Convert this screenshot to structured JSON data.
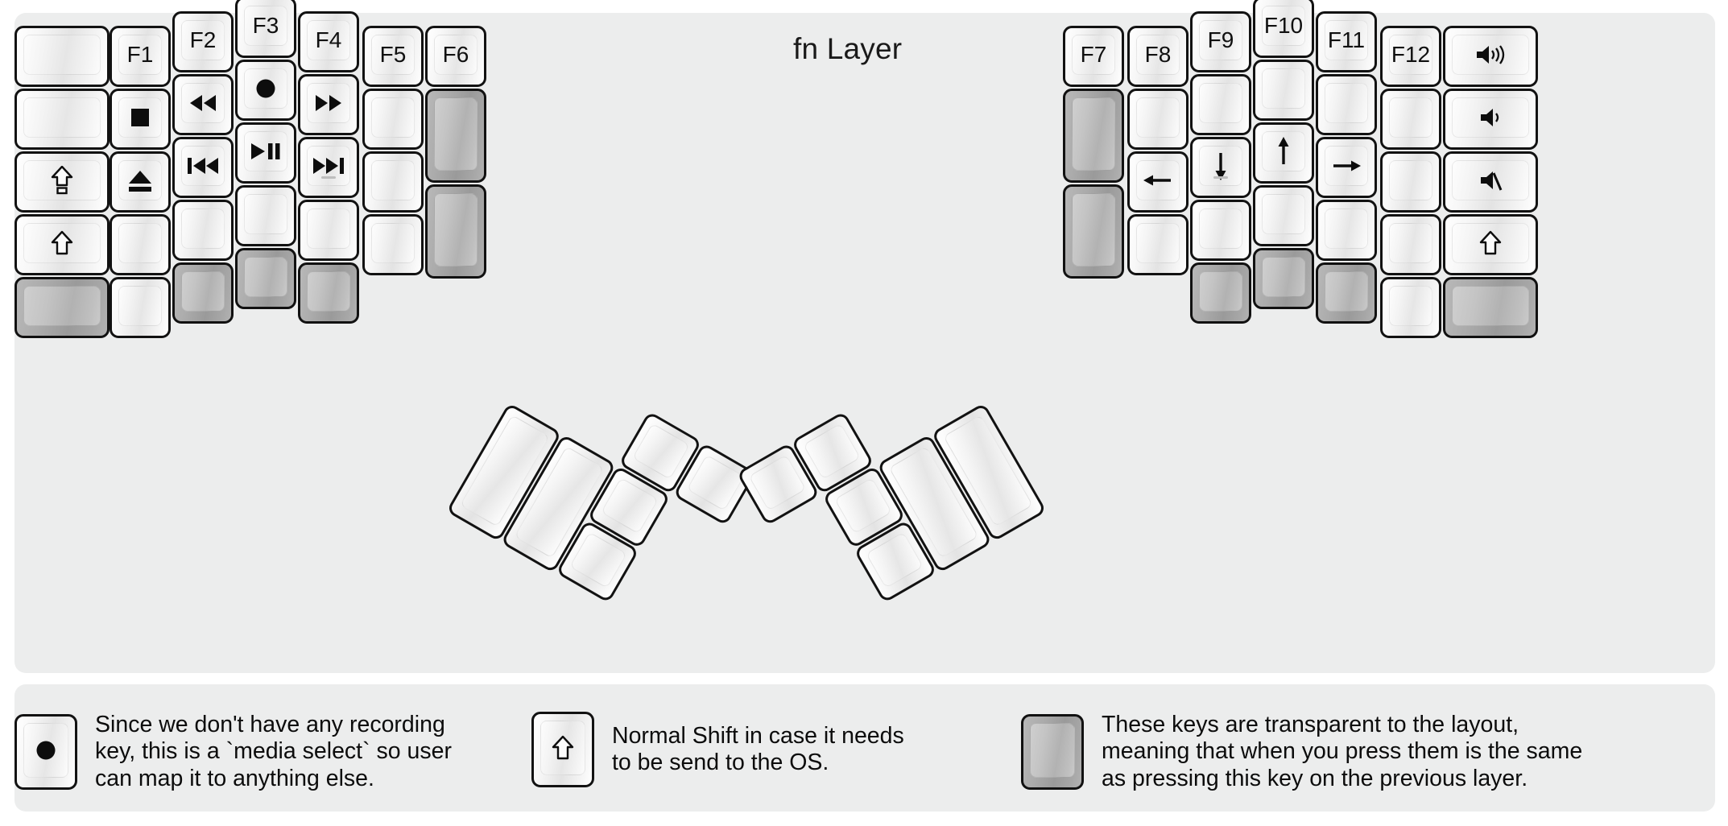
{
  "title": "fn Layer",
  "colors": {
    "background": "#eceded",
    "key_face": "#e9e9e9",
    "key_border": "#121212",
    "transparent_key": "#aaaaaa",
    "text": "#101010"
  },
  "left_half": {
    "columns": [
      {
        "name": "pinky-outer",
        "keys": [
          {
            "label": "",
            "icon": "",
            "type": "normal"
          },
          {
            "label": "",
            "icon": "",
            "type": "normal"
          },
          {
            "label": "",
            "icon": "caps-lock-icon",
            "type": "normal"
          },
          {
            "label": "",
            "icon": "shift-icon",
            "type": "normal"
          },
          {
            "label": "",
            "icon": "",
            "type": "transparent"
          }
        ]
      },
      {
        "name": "pinky",
        "keys": [
          {
            "label": "F1",
            "icon": "",
            "type": "normal"
          },
          {
            "label": "",
            "icon": "media-stop-icon",
            "type": "normal"
          },
          {
            "label": "",
            "icon": "media-eject-icon",
            "type": "normal"
          },
          {
            "label": "",
            "icon": "",
            "type": "normal"
          },
          {
            "label": "",
            "icon": "",
            "type": "normal"
          }
        ]
      },
      {
        "name": "ring",
        "keys": [
          {
            "label": "F2",
            "icon": "",
            "type": "normal"
          },
          {
            "label": "",
            "icon": "media-rewind-icon",
            "type": "normal"
          },
          {
            "label": "",
            "icon": "media-previous-icon",
            "type": "normal"
          },
          {
            "label": "",
            "icon": "",
            "type": "normal"
          },
          {
            "label": "",
            "icon": "",
            "type": "transparent"
          }
        ]
      },
      {
        "name": "middle",
        "keys": [
          {
            "label": "F3",
            "icon": "",
            "type": "normal"
          },
          {
            "label": "",
            "icon": "media-record-icon",
            "type": "normal"
          },
          {
            "label": "",
            "icon": "media-playpause-icon",
            "type": "normal"
          },
          {
            "label": "",
            "icon": "",
            "type": "normal"
          },
          {
            "label": "",
            "icon": "",
            "type": "transparent"
          }
        ]
      },
      {
        "name": "index",
        "keys": [
          {
            "label": "F4",
            "icon": "",
            "type": "normal"
          },
          {
            "label": "",
            "icon": "media-fast-forward-icon",
            "type": "normal"
          },
          {
            "label": "",
            "icon": "media-next-icon",
            "type": "normal",
            "sub": "dash"
          },
          {
            "label": "",
            "icon": "",
            "type": "normal"
          },
          {
            "label": "",
            "icon": "",
            "type": "transparent"
          }
        ]
      },
      {
        "name": "index-inner",
        "keys": [
          {
            "label": "F5",
            "icon": "",
            "type": "normal"
          },
          {
            "label": "",
            "icon": "",
            "type": "normal"
          },
          {
            "label": "",
            "icon": "",
            "type": "normal"
          },
          {
            "label": "",
            "icon": "",
            "type": "normal"
          }
        ]
      },
      {
        "name": "inner-extra",
        "keys": [
          {
            "label": "F6",
            "icon": "",
            "type": "normal"
          },
          {
            "label": "",
            "icon": "",
            "type": "transparent",
            "tall": true
          },
          {
            "label": "",
            "icon": "",
            "type": "transparent",
            "tall": true
          }
        ]
      }
    ],
    "thumb_cluster": [
      {
        "label": "",
        "icon": "",
        "type": "normal",
        "size": "2u"
      },
      {
        "label": "",
        "icon": "",
        "type": "normal",
        "size": "2u"
      },
      {
        "label": "",
        "icon": "",
        "type": "normal",
        "size": "1u"
      },
      {
        "label": "",
        "icon": "",
        "type": "normal",
        "size": "1u"
      },
      {
        "label": "",
        "icon": "",
        "type": "normal",
        "size": "1u"
      },
      {
        "label": "",
        "icon": "",
        "type": "normal",
        "size": "1u"
      }
    ]
  },
  "right_half": {
    "columns": [
      {
        "name": "index-inner",
        "keys": [
          {
            "label": "F7",
            "icon": "",
            "type": "normal"
          },
          {
            "label": "",
            "icon": "",
            "type": "transparent",
            "tall": true
          },
          {
            "label": "",
            "icon": "",
            "type": "transparent",
            "tall": true
          }
        ]
      },
      {
        "name": "index",
        "keys": [
          {
            "label": "F8",
            "icon": "",
            "type": "normal"
          },
          {
            "label": "",
            "icon": "",
            "type": "normal"
          },
          {
            "label": "",
            "icon": "arrow-left-icon",
            "type": "normal"
          },
          {
            "label": "",
            "icon": "",
            "type": "normal"
          }
        ]
      },
      {
        "name": "middle",
        "keys": [
          {
            "label": "F9",
            "icon": "",
            "type": "normal"
          },
          {
            "label": "",
            "icon": "",
            "type": "normal"
          },
          {
            "label": "",
            "icon": "arrow-down-icon",
            "type": "normal",
            "sub": "dash"
          },
          {
            "label": "",
            "icon": "",
            "type": "normal"
          },
          {
            "label": "",
            "icon": "",
            "type": "transparent"
          }
        ]
      },
      {
        "name": "ring",
        "keys": [
          {
            "label": "F10",
            "icon": "",
            "type": "normal"
          },
          {
            "label": "",
            "icon": "",
            "type": "normal"
          },
          {
            "label": "",
            "icon": "arrow-up-icon",
            "type": "normal"
          },
          {
            "label": "",
            "icon": "",
            "type": "normal"
          },
          {
            "label": "",
            "icon": "",
            "type": "transparent"
          }
        ]
      },
      {
        "name": "pinky",
        "keys": [
          {
            "label": "F11",
            "icon": "",
            "type": "normal"
          },
          {
            "label": "",
            "icon": "",
            "type": "normal"
          },
          {
            "label": "",
            "icon": "arrow-right-icon",
            "type": "normal"
          },
          {
            "label": "",
            "icon": "",
            "type": "normal"
          },
          {
            "label": "",
            "icon": "",
            "type": "transparent"
          }
        ]
      },
      {
        "name": "pinky-outer",
        "keys": [
          {
            "label": "F12",
            "icon": "",
            "type": "normal"
          },
          {
            "label": "",
            "icon": "",
            "type": "normal"
          },
          {
            "label": "",
            "icon": "",
            "type": "normal"
          },
          {
            "label": "",
            "icon": "",
            "type": "normal"
          },
          {
            "label": "",
            "icon": "",
            "type": "normal"
          }
        ]
      },
      {
        "name": "outer",
        "keys": [
          {
            "label": "",
            "icon": "volume-up-icon",
            "type": "normal"
          },
          {
            "label": "",
            "icon": "volume-down-icon",
            "type": "normal"
          },
          {
            "label": "",
            "icon": "volume-mute-icon",
            "type": "normal"
          },
          {
            "label": "",
            "icon": "shift-icon",
            "type": "normal"
          },
          {
            "label": "",
            "icon": "",
            "type": "transparent"
          }
        ]
      }
    ],
    "thumb_cluster": [
      {
        "label": "",
        "icon": "",
        "type": "normal",
        "size": "1u"
      },
      {
        "label": "",
        "icon": "",
        "type": "normal",
        "size": "1u"
      },
      {
        "label": "",
        "icon": "",
        "type": "normal",
        "size": "1u"
      },
      {
        "label": "",
        "icon": "",
        "type": "normal",
        "size": "1u"
      },
      {
        "label": "",
        "icon": "",
        "type": "normal",
        "size": "2u"
      },
      {
        "label": "",
        "icon": "",
        "type": "normal",
        "size": "2u"
      }
    ]
  },
  "legend": {
    "items": [
      {
        "key_icon": "media-record-icon",
        "key_type": "normal",
        "text": "Since we don't have any recording\nkey, this is a `media select` so user\ncan map it to anything else."
      },
      {
        "key_icon": "shift-icon",
        "key_type": "normal",
        "text": "Normal Shift in case it needs\nto be send to the OS."
      },
      {
        "key_icon": "",
        "key_type": "transparent",
        "text": "These keys are transparent to the layout,\nmeaning that when you press them is the same\nas pressing this key on the previous layer."
      }
    ]
  }
}
